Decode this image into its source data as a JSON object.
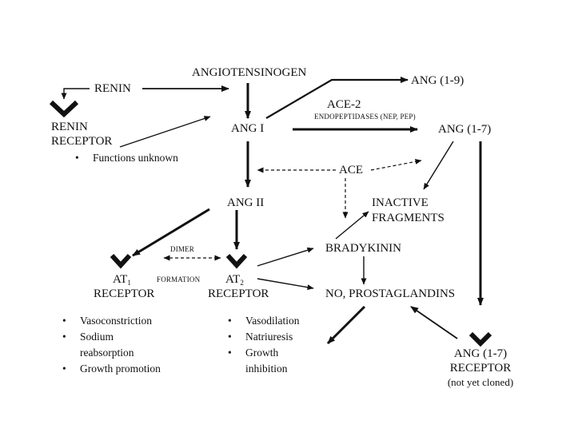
{
  "nodes": {
    "renin": "RENIN",
    "angiotensinogen": "ANGIOTENSINOGEN",
    "ang19": "ANG (1-9)",
    "ace2": "ACE-2",
    "endopeptidases": "ENDOPEPTIDASES (NEP, PEP)",
    "renin_receptor_l1": "RENIN",
    "renin_receptor_l2": "RECEPTOR",
    "renin_receptor_note": "Functions unknown",
    "ang1": "ANG I",
    "ang17": "ANG (1-7)",
    "ace": "ACE",
    "ang2": "ANG II",
    "inactive_l1": "INACTIVE",
    "inactive_l2": "FRAGMENTS",
    "dimer": "DIMER",
    "formation": "FORMATION",
    "bradykinin": "BRADYKININ",
    "at1_main": "AT",
    "at1_sub": "1",
    "at1_receptor": "RECEPTOR",
    "at2_main": "AT",
    "at2_sub": "2",
    "at2_receptor": "RECEPTOR",
    "no_prostaglandins": "NO, PROSTAGLANDINS",
    "ang17r_l1": "ANG (1-7)",
    "ang17r_l2": "RECEPTOR",
    "ang17r_l3": "(not yet cloned)"
  },
  "at1_effects": [
    "Vasoconstriction",
    "Sodium",
    "reabsorption",
    "Growth promotion"
  ],
  "at2_effects": [
    "Vasodilation",
    "Natriuresis",
    "Growth",
    "inhibition"
  ],
  "colors": {
    "ink": "#111111",
    "background": "#ffffff"
  }
}
